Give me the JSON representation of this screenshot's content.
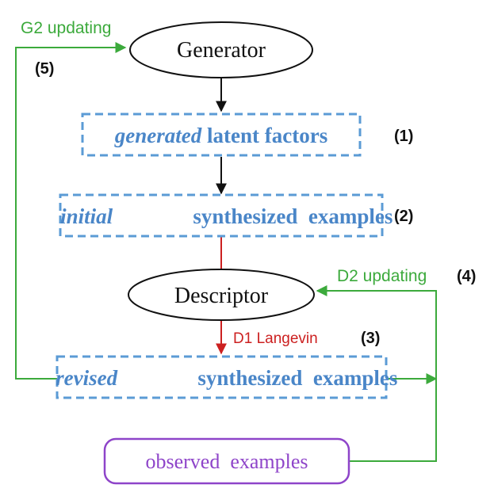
{
  "colors": {
    "blue_text": "#4a86c8",
    "box_dash": "#5b9bd5",
    "green": "#3caa3c",
    "red": "#cc2020",
    "purple": "#8e44c9",
    "black": "#111111"
  },
  "nodes": {
    "generator": "Generator",
    "descriptor": "Descriptor",
    "generated_latent": {
      "emph": "generated",
      "rest": "latent factors"
    },
    "initial_examples": {
      "emph": "initial",
      "rest": "synthesized  examples"
    },
    "revised_examples": {
      "emph": "revised",
      "rest": "synthesized  examples"
    },
    "observed": "observed  examples"
  },
  "labels": {
    "g2_updating": "G2 updating",
    "d2_updating": "D2 updating",
    "d1_langevin": "D1 Langevin"
  },
  "steps": {
    "s1": "(1)",
    "s2": "(2)",
    "s3": "(3)",
    "s4": "(4)",
    "s5": "(5)"
  }
}
